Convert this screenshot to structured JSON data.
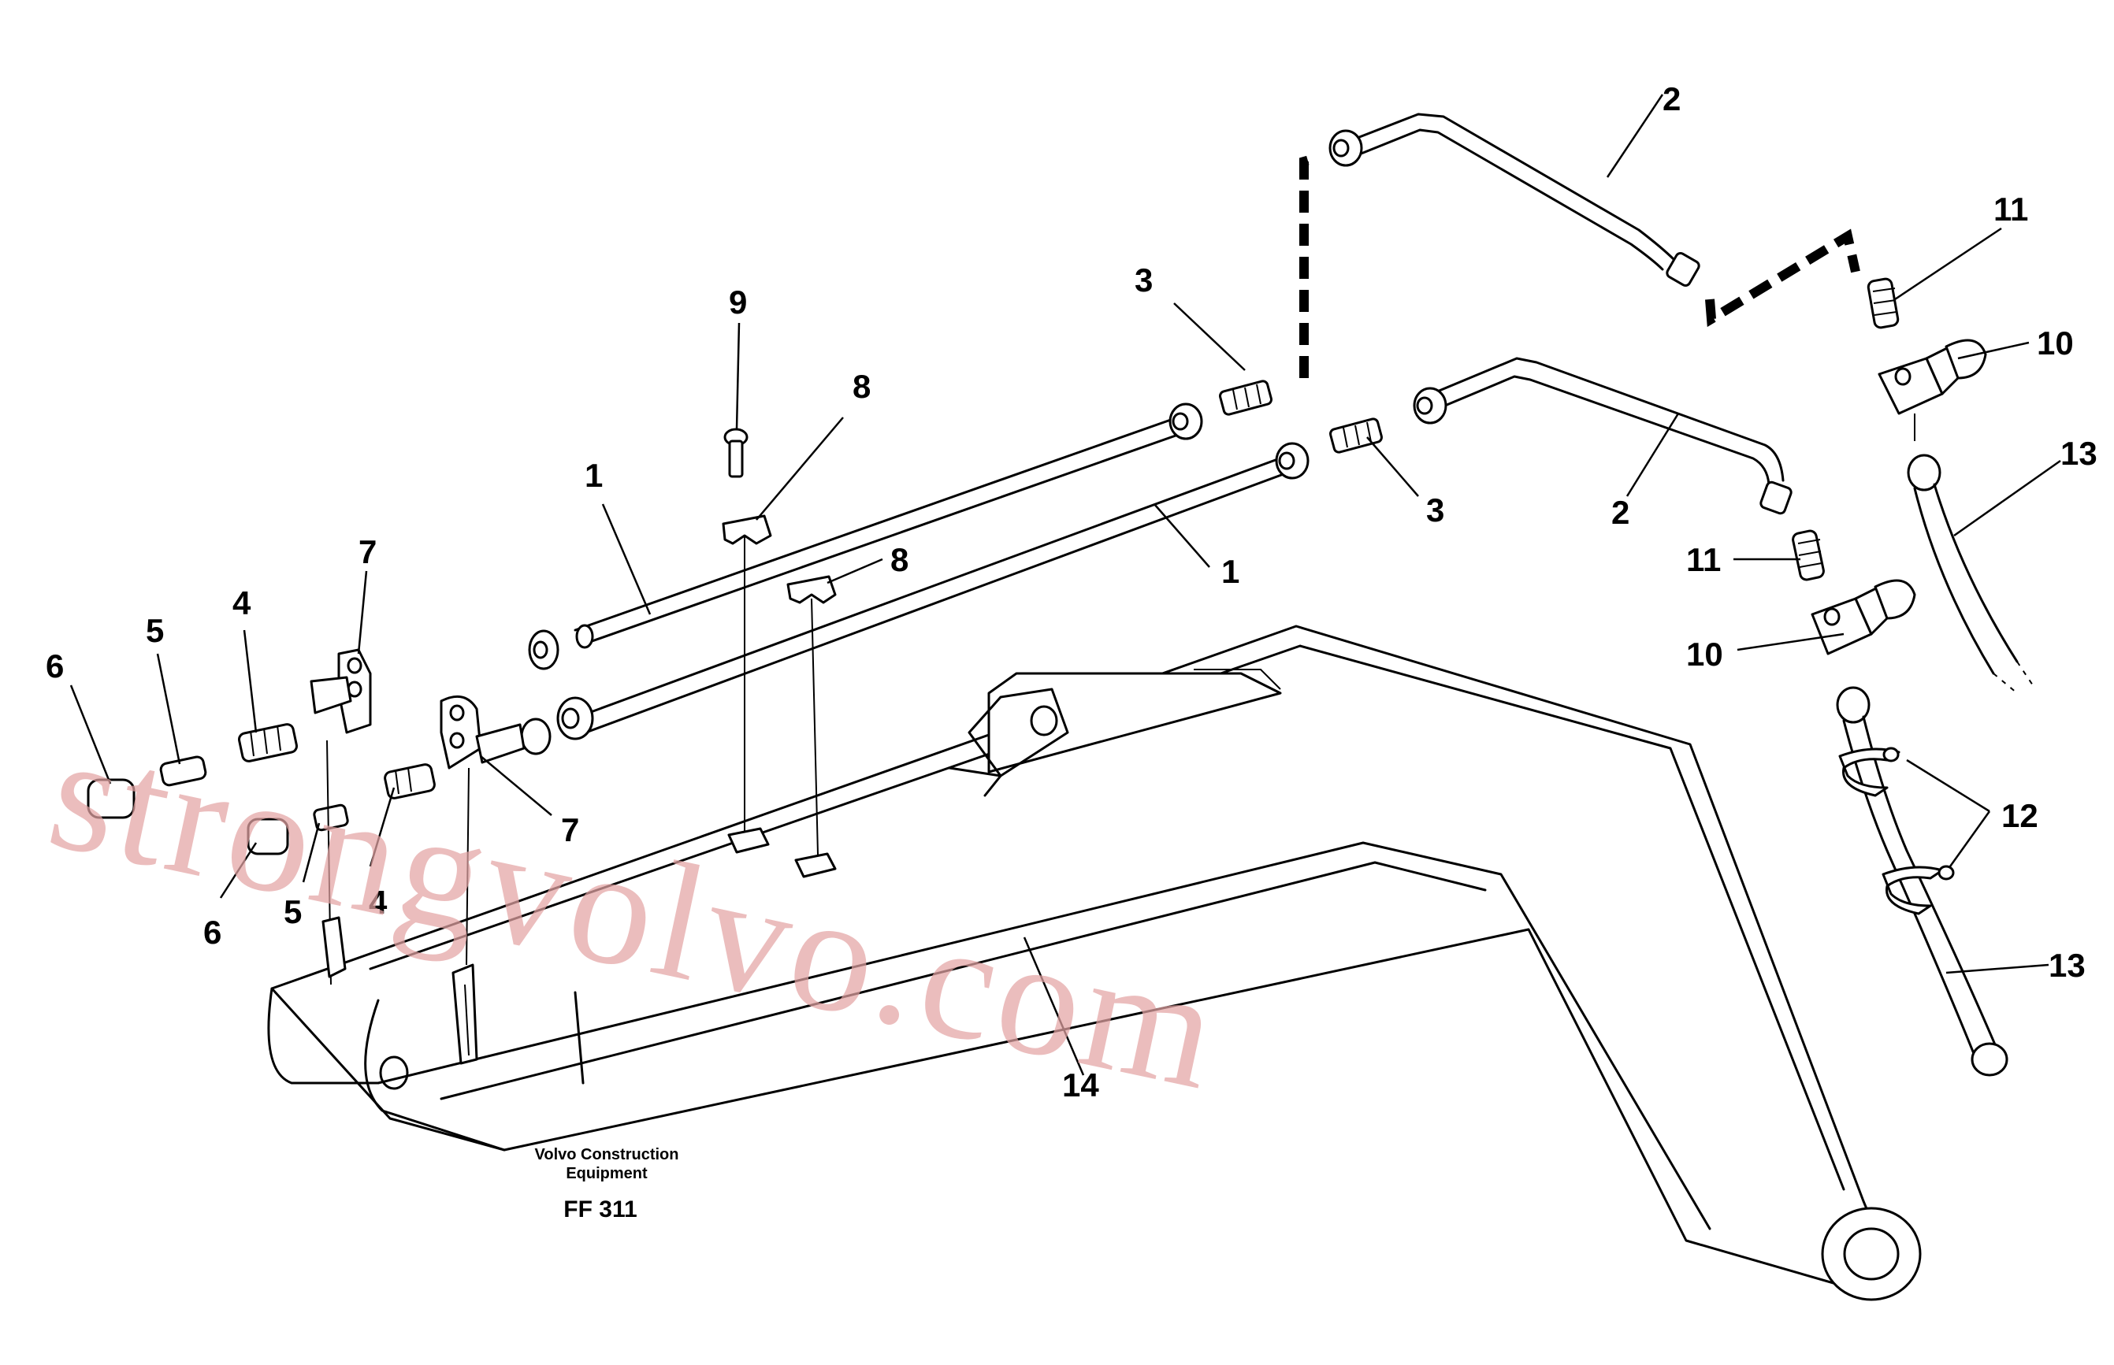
{
  "diagram": {
    "callouts": [
      {
        "id": "c1a",
        "text": "1"
      },
      {
        "id": "c1b",
        "text": "1"
      },
      {
        "id": "c2a",
        "text": "2"
      },
      {
        "id": "c2b",
        "text": "2"
      },
      {
        "id": "c3a",
        "text": "3"
      },
      {
        "id": "c3b",
        "text": "3"
      },
      {
        "id": "c4a",
        "text": "4"
      },
      {
        "id": "c4b",
        "text": "4"
      },
      {
        "id": "c5a",
        "text": "5"
      },
      {
        "id": "c5b",
        "text": "5"
      },
      {
        "id": "c6a",
        "text": "6"
      },
      {
        "id": "c6b",
        "text": "6"
      },
      {
        "id": "c7a",
        "text": "7"
      },
      {
        "id": "c7b",
        "text": "7"
      },
      {
        "id": "c8a",
        "text": "8"
      },
      {
        "id": "c8b",
        "text": "8"
      },
      {
        "id": "c9",
        "text": "9"
      },
      {
        "id": "c10a",
        "text": "10"
      },
      {
        "id": "c10b",
        "text": "10"
      },
      {
        "id": "c11a",
        "text": "11"
      },
      {
        "id": "c11b",
        "text": "11"
      },
      {
        "id": "c12",
        "text": "12"
      },
      {
        "id": "c13a",
        "text": "13"
      },
      {
        "id": "c13b",
        "text": "13"
      },
      {
        "id": "c14",
        "text": "14"
      }
    ],
    "caption": {
      "company_line1": "Volvo Construction",
      "company_line2": "Equipment",
      "figure_code": "FF 311"
    },
    "watermark": "strongvolvo.com"
  }
}
